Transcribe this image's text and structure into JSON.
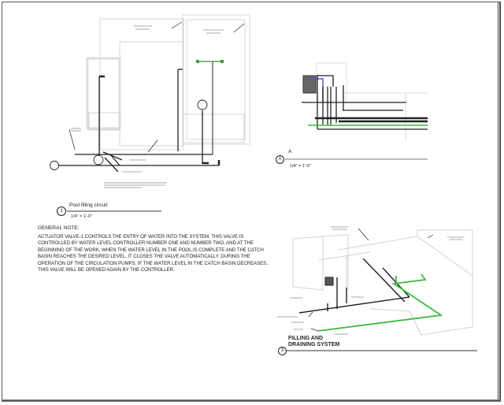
{
  "views": [
    {
      "number": "1",
      "title": "Pool filling circuit",
      "scale": "1/4\" = 1'-0\""
    },
    {
      "number": "A",
      "title": "A",
      "scale": "1/4\" = 1'-0\""
    },
    {
      "number": "3",
      "title_line1": "FILLING AND",
      "title_line2": "DRAINING SYSTEM"
    }
  ],
  "general_note": {
    "heading": "GENERAL NOTE:",
    "text": "ACTUATOR VALVE-1 CONTROLS THE ENTRY OF WATER INTO THE SYSTEM. THIS VALVE IS CONTROLLED BY WATER LEVEL CONTROLLER NUMBER ONE AND NUMBER TWO, AND AT THE BEGINNING OF THE WORK, WHEN THE WATER LEVEL IN THE POOL IS COMPLETE AND THE CATCH BASIN REACHES THE DESIRED LEVEL, IT CLOSES THE VALVE AUTOMATICALLY. DURING THE OPERATION OF THE CIRCULATION PUMPS, IF THE WATER LEVEL IN THE CATCH BASIN DECREASES, THIS VALVE WILL BE OPENED AGAIN BY THE CONTROLLER."
  },
  "colors": {
    "pipe": "#222222",
    "drain_pipe": "#3dbb3d",
    "outline": "#cfcfcf",
    "pump_pipe": "#5555cc"
  }
}
